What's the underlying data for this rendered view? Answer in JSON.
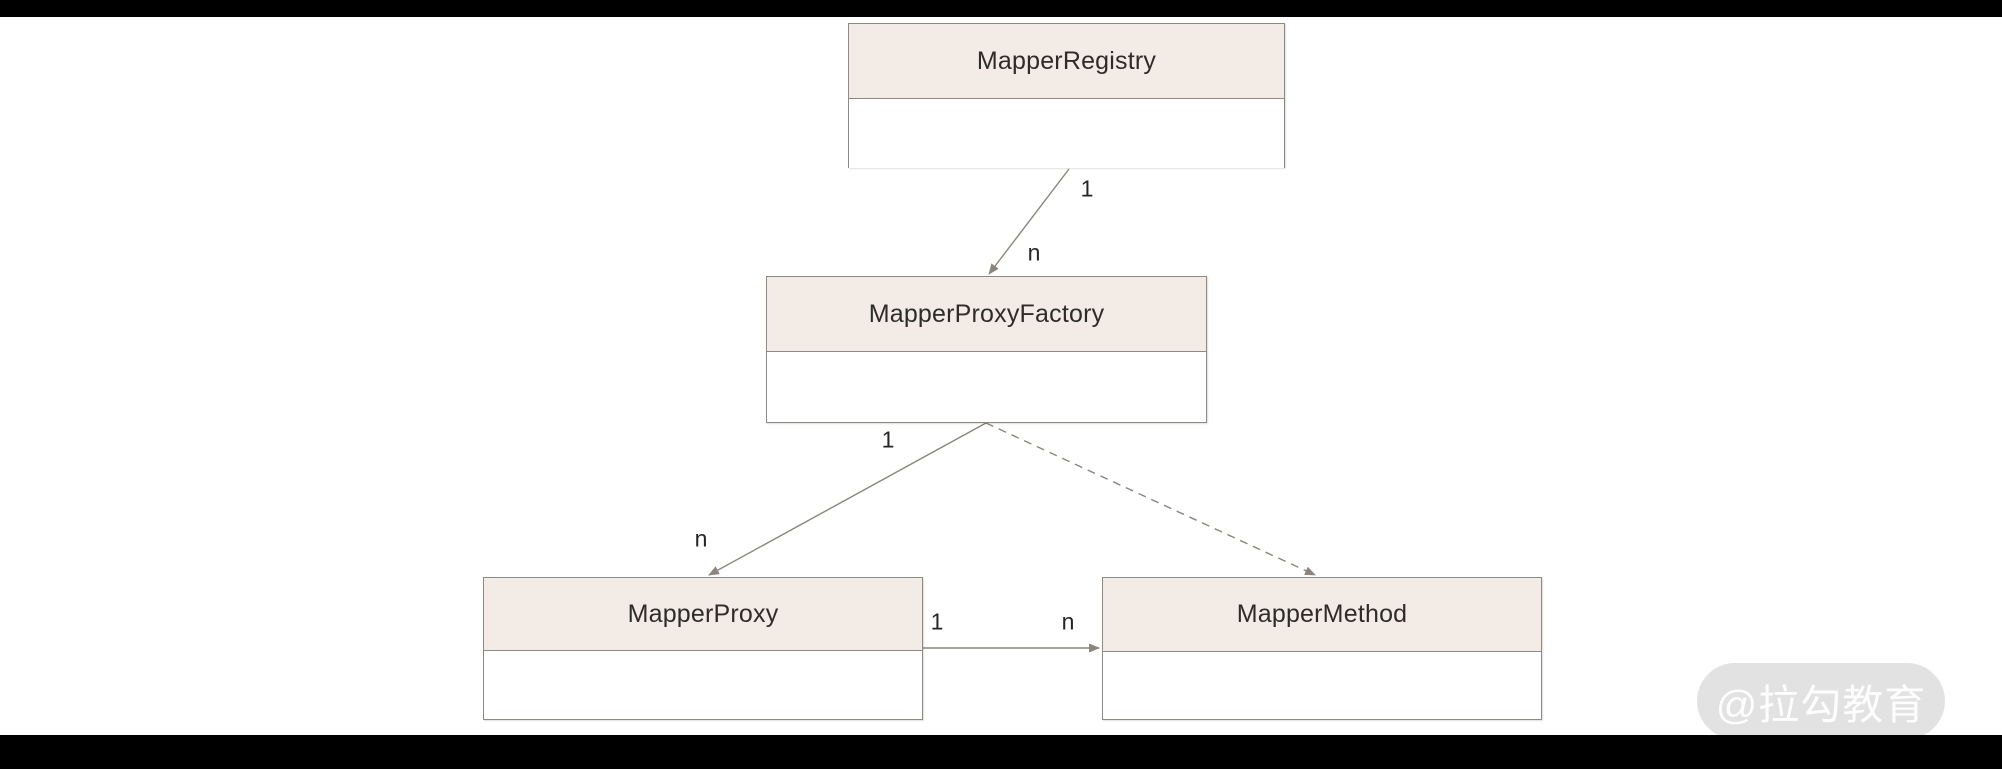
{
  "colors": {
    "background": "#ffffff",
    "letterbox_bar": "#000000",
    "class_header_fill": "#f3ece6",
    "class_body_fill": "#ffffff",
    "class_border": "#8e8a83",
    "connector_line": "#8a857d",
    "title_text": "#2e2c29",
    "label_text": "#262626",
    "watermark_bg": "#e2e2e2",
    "watermark_text": "#fdfdfd"
  },
  "diagram": {
    "type": "uml-class-diagram",
    "classes": [
      {
        "name": "MapperRegistry"
      },
      {
        "name": "MapperProxyFactory"
      },
      {
        "name": "MapperProxy"
      },
      {
        "name": "MapperMethod"
      }
    ],
    "relations": [
      {
        "from": "MapperRegistry",
        "to": "MapperProxyFactory",
        "line": "solid",
        "from_label": "1",
        "to_label": "n"
      },
      {
        "from": "MapperProxyFactory",
        "to": "MapperProxy",
        "line": "solid",
        "from_label": "1",
        "to_label": "n"
      },
      {
        "from": "MapperProxyFactory",
        "to": "MapperMethod",
        "line": "dashed",
        "from_label": "",
        "to_label": ""
      },
      {
        "from": "MapperProxy",
        "to": "MapperMethod",
        "line": "solid",
        "from_label": "1",
        "to_label": "n"
      }
    ]
  },
  "watermark": {
    "text": "@拉勾教育"
  }
}
